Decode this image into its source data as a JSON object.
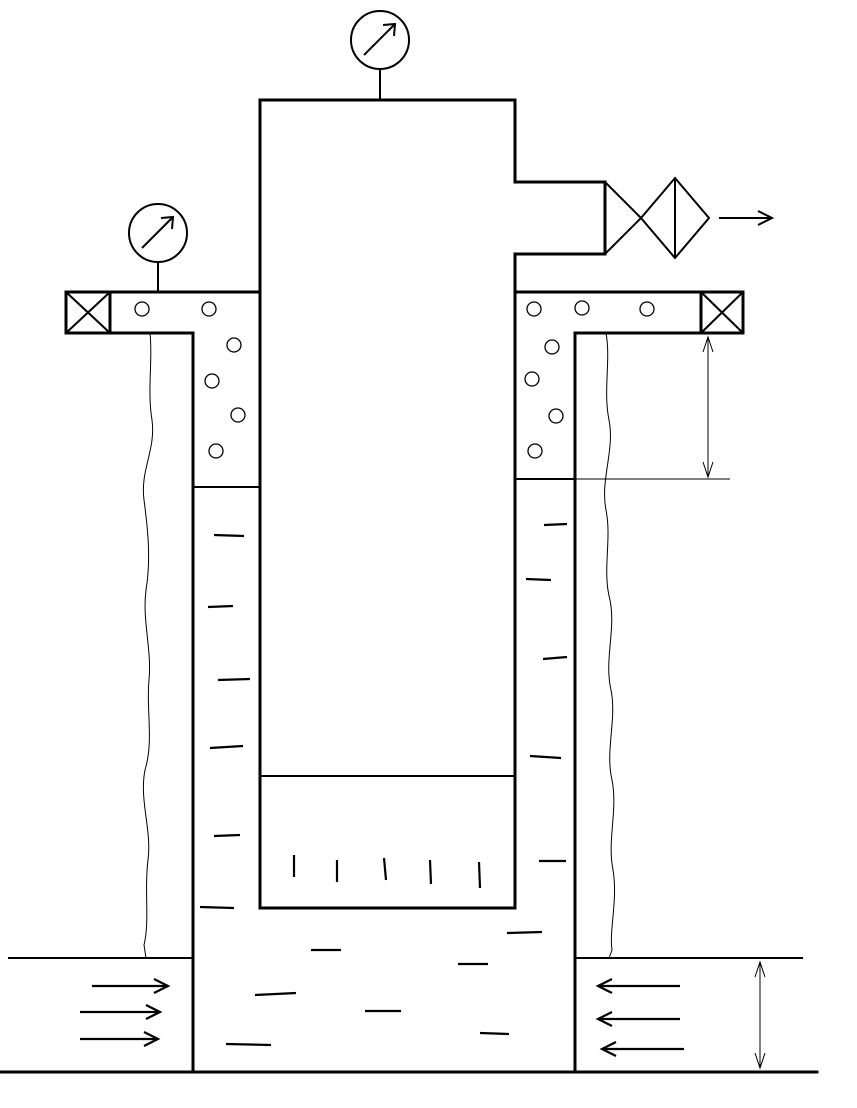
{
  "diagram": {
    "colors": {
      "line": "#000000",
      "background": "#ffffff"
    },
    "components": [
      "pressure-gauge-top",
      "pressure-gauge-left",
      "gas-holder-bell",
      "annular-water-seal",
      "left-shutoff-valve",
      "right-shutoff-valve",
      "outlet-valve",
      "outlet-filter",
      "outlet-arrow",
      "inlet-flow-arrows-left",
      "inlet-flow-arrows-right",
      "water-level-dimension",
      "seal-height-dimension"
    ]
  }
}
